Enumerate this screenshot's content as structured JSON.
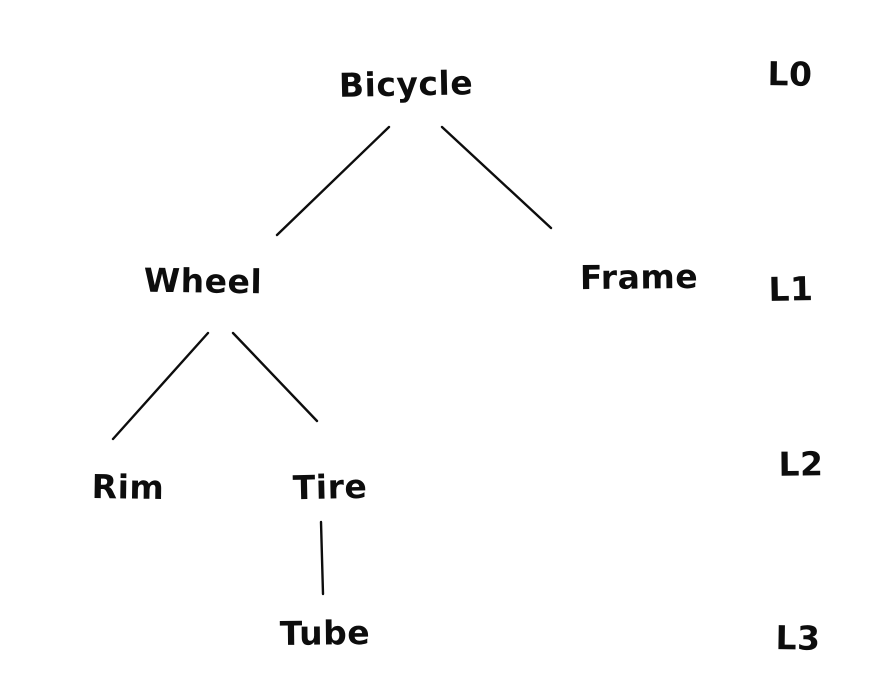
{
  "diagram": {
    "type": "tree",
    "nodes": [
      {
        "id": "bicycle",
        "label": "Bicycle",
        "level": 0
      },
      {
        "id": "wheel",
        "label": "Wheel",
        "level": 1
      },
      {
        "id": "frame",
        "label": "Frame",
        "level": 1
      },
      {
        "id": "rim",
        "label": "Rim",
        "level": 2
      },
      {
        "id": "tire",
        "label": "Tire",
        "level": 2
      },
      {
        "id": "tube",
        "label": "Tube",
        "level": 3
      }
    ],
    "edges": [
      {
        "from": "Bicycle",
        "to": "Wheel"
      },
      {
        "from": "Bicycle",
        "to": "Frame"
      },
      {
        "from": "Wheel",
        "to": "Rim"
      },
      {
        "from": "Wheel",
        "to": "Tire"
      },
      {
        "from": "Tire",
        "to": "Tube"
      }
    ],
    "level_labels": [
      {
        "label": "L0",
        "level": 0
      },
      {
        "label": "L1",
        "level": 1
      },
      {
        "label": "L2",
        "level": 2
      },
      {
        "label": "L3",
        "level": 3
      }
    ],
    "colors": {
      "ink": "#0d0d0d",
      "background": "#ffffff"
    }
  }
}
